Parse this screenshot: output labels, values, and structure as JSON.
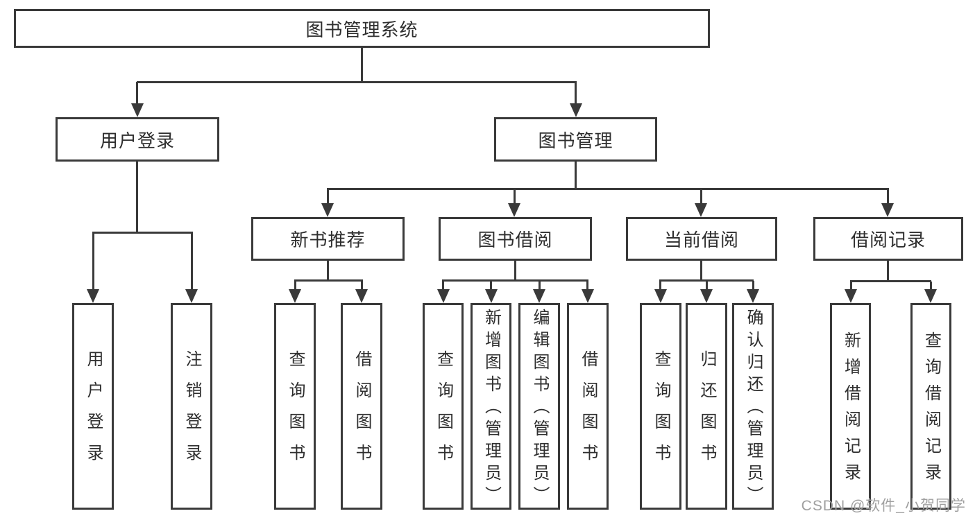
{
  "diagram": {
    "root": {
      "label": "图书管理系统"
    },
    "branches": [
      {
        "label": "用户登录",
        "children": [
          {
            "label": "用户登录"
          },
          {
            "label": "注销登录"
          }
        ]
      },
      {
        "label": "图书管理",
        "children": [
          {
            "label": "新书推荐",
            "children": [
              {
                "label": "查询图书"
              },
              {
                "label": "借阅图书"
              }
            ]
          },
          {
            "label": "图书借阅",
            "children": [
              {
                "label": "查询图书"
              },
              {
                "label": "新增图书（管理员）"
              },
              {
                "label": "编辑图书（管理员）"
              },
              {
                "label": "借阅图书"
              }
            ]
          },
          {
            "label": "当前借阅",
            "children": [
              {
                "label": "查询图书"
              },
              {
                "label": "归还图书"
              },
              {
                "label": "确认归还（管理员）"
              }
            ]
          },
          {
            "label": "借阅记录",
            "children": [
              {
                "label": "新增借阅记录"
              },
              {
                "label": "查询借阅记录"
              }
            ]
          }
        ]
      }
    ]
  },
  "watermark": {
    "text": "CSDN @软件_小贺同学"
  },
  "colors": {
    "line": "#3a3a3a",
    "text": "#2e2e2e",
    "watermark": "#9f9f9f",
    "background": "#ffffff"
  }
}
